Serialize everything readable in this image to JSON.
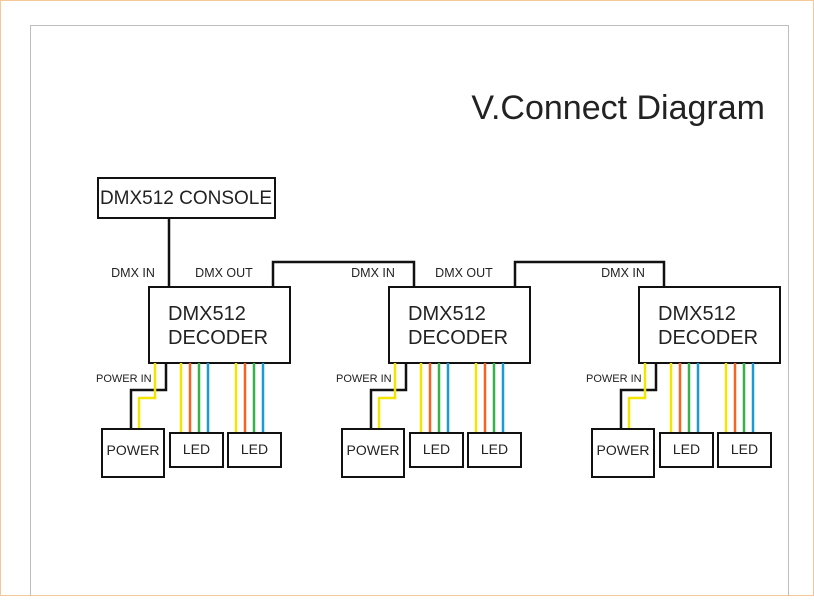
{
  "title": "V.Connect Diagram",
  "console": {
    "label": "DMX512 CONSOLE"
  },
  "colors": {
    "frame_outer": "#f5c89a",
    "frame_inner": "#bdbdbd",
    "line": "#111111",
    "wire_yellow": "#f2e600",
    "wire_red": "#f26522",
    "wire_green": "#35b24a",
    "wire_blue": "#1b9ad6"
  },
  "decoders": [
    {
      "line1": "DMX512",
      "line2": "DECODER",
      "in_label": "DMX IN",
      "out_label": "DMX OUT",
      "power_in_label": "POWER IN",
      "power_label": "POWER",
      "led_labels": [
        "LED",
        "LED"
      ]
    },
    {
      "line1": "DMX512",
      "line2": "DECODER",
      "in_label": "DMX IN",
      "out_label": "DMX OUT",
      "power_in_label": "POWER IN",
      "power_label": "POWER",
      "led_labels": [
        "LED",
        "LED"
      ]
    },
    {
      "line1": "DMX512",
      "line2": "DECODER",
      "in_label": "DMX IN",
      "power_in_label": "POWER IN",
      "power_label": "POWER",
      "led_labels": [
        "LED",
        "LED"
      ]
    }
  ]
}
